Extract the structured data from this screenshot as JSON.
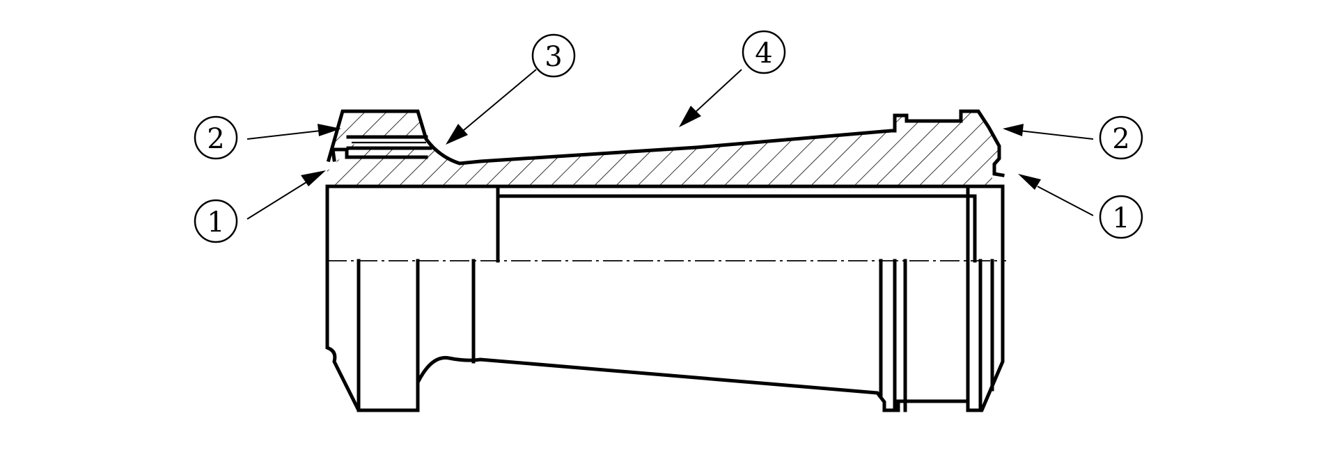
{
  "callouts": {
    "left_1": "1",
    "left_2": "2",
    "label_3": "3",
    "label_4": "4",
    "right_2": "2",
    "right_1": "1"
  }
}
